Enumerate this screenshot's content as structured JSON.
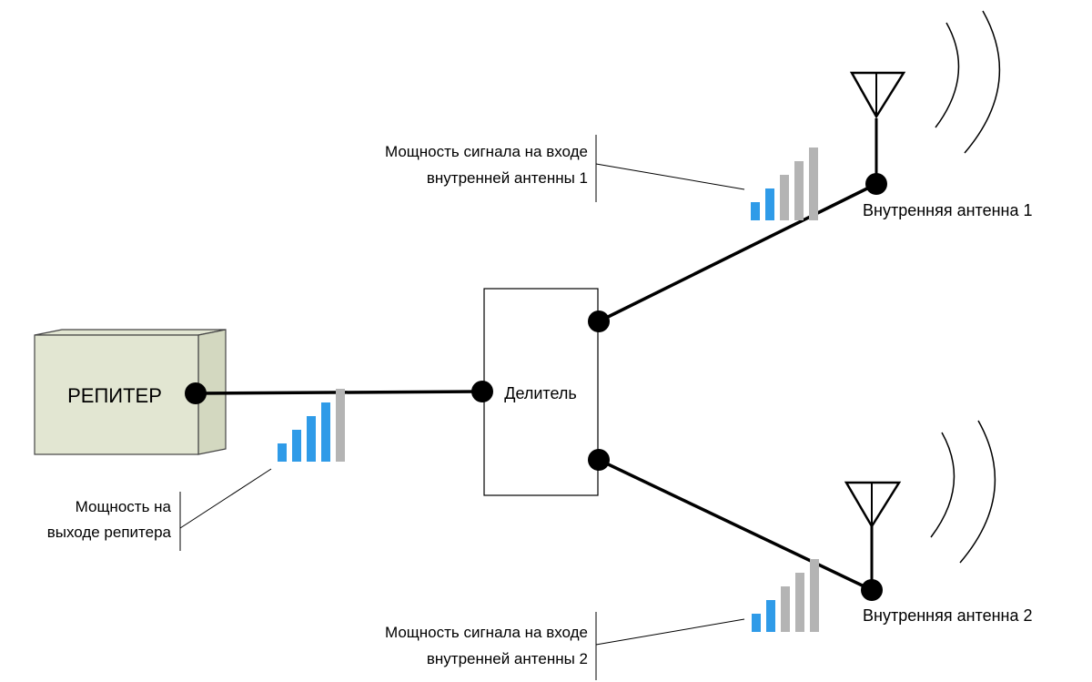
{
  "repeater": {
    "label": "РЕПИТЕР",
    "fill": "#e2e6d2",
    "side_fill": "#d3d8c0"
  },
  "splitter": {
    "label": "Делитель"
  },
  "antenna_1": {
    "label": "Внутренняя антенна 1"
  },
  "antenna_2": {
    "label": "Внутренняя антенна 2"
  },
  "callouts": {
    "repeater_output": {
      "line1": "Мощность на",
      "line2": "выходе репитера",
      "active_bars": 4,
      "total_bars": 5
    },
    "antenna_1_input": {
      "line1": "Мощность сигнала на входе",
      "line2": "внутренней антенны 1",
      "active_bars": 2,
      "total_bars": 5
    },
    "antenna_2_input": {
      "line1": "Мощность сигнала на входе",
      "line2": "внутренней антенны 2",
      "active_bars": 2,
      "total_bars": 5
    }
  },
  "colors": {
    "bar_active": "#2f9be8",
    "bar_inactive": "#b4b4b4",
    "wire": "#000000"
  }
}
